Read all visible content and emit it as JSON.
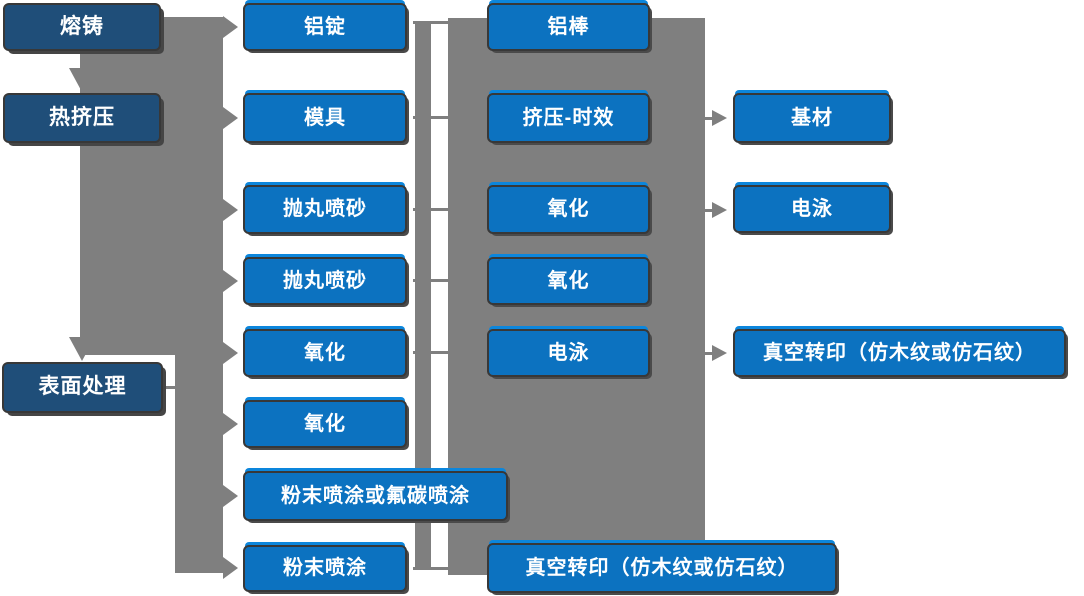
{
  "diagram": {
    "type": "process-flowchart",
    "colors": {
      "stage_box_navy": "#1F4E79",
      "process_box_blue": "#0C72C0",
      "process_box_highlight_blue": "#0C86DC",
      "connector_gray": "#7F7F7F",
      "box_border": "#383838",
      "label_text": "#FFFFFF",
      "background": "#FFFFFF"
    },
    "nodes": {
      "melting": "熔铸",
      "hot_extrusion": "热挤压",
      "surface_treatment": "表面处理",
      "aluminum_ingot": "铝锭",
      "mold": "模具",
      "shot_blasting_1": "抛丸喷砂",
      "shot_blasting_2": "抛丸喷砂",
      "oxidation_1": "氧化",
      "oxidation_2": "氧化",
      "powder_or_fluorocarbon_coating": "粉末喷涂或氟碳喷涂",
      "powder_coating": "粉末喷涂",
      "aluminum_rod": "铝棒",
      "extrusion_aging": "挤压-时效",
      "oxidation_3": "氧化",
      "oxidation_4": "氧化",
      "electrophoresis_1": "电泳",
      "vacuum_transfer_bottom": "真空转印（仿木纹或仿石纹）",
      "base_material": "基材",
      "electrophoresis_2": "电泳",
      "vacuum_transfer_right": "真空转印（仿木纹或仿石纹）"
    }
  }
}
